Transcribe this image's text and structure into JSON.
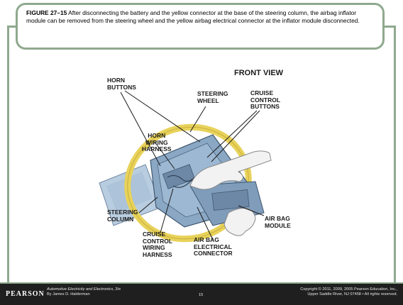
{
  "caption": {
    "figure_label": "FIGURE 27–15",
    "text": " After disconnecting the battery and the yellow connector at the base of the steering column, the airbag inflator module can be removed from the steering wheel and the yellow airbag electrical connector at the inflator module disconnected."
  },
  "figure": {
    "view_title": "FRONT VIEW",
    "labels": {
      "horn_buttons": "HORN\nBUTTONS",
      "steering_wheel": "STEERING\nWHEEL",
      "cruise_control_buttons": "CRUISE\nCONTROL\nBUTTONS",
      "horn_wiring_harness": "HORN\nWIRING\nHARNESS",
      "steering_column": "STEERING\nCOLUMN",
      "cruise_control_wiring_harness": "CRUISE\nCONTROL\nWIRING\nHARNESS",
      "air_bag_electrical_connector": "AIR BAG\nELECTRICAL\nCONNECTOR",
      "air_bag_module": "AIR BAG\nMODULE"
    }
  },
  "footer": {
    "publisher": "PEARSON",
    "book_title": "Automotive Electricity and Electronics",
    "edition": ", 3/e",
    "author": "By James D. Halderman",
    "page_number": "15",
    "copyright_line1": "Copyright © 2011, 2009, 2005 Pearson Education, Inc.,",
    "copyright_line2": "Upper Saddle River, NJ 07458 • All rights reserved."
  },
  "colors": {
    "frame": "#8fa98f",
    "wheel": "#e8d25a",
    "footer_bg": "#1f1f1f"
  }
}
